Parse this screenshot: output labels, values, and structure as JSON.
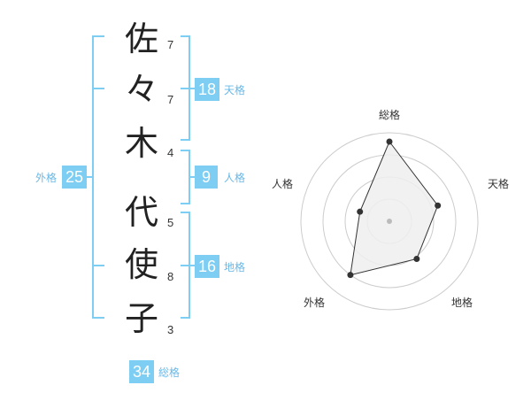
{
  "name_chart": {
    "characters": [
      {
        "char": "佐",
        "strokes": "7"
      },
      {
        "char": "々",
        "strokes": "7"
      },
      {
        "char": "木",
        "strokes": "4"
      },
      {
        "char": "代",
        "strokes": "5"
      },
      {
        "char": "使",
        "strokes": "8"
      },
      {
        "char": "子",
        "strokes": "3"
      }
    ],
    "tenkaku": {
      "value": "18",
      "label": "天格"
    },
    "jinkaku": {
      "value": "9",
      "label": "人格"
    },
    "chikaku": {
      "value": "16",
      "label": "地格"
    },
    "gaikaku": {
      "value": "25",
      "label": "外格"
    },
    "soukaku": {
      "value": "34",
      "label": "総格"
    }
  },
  "colors": {
    "accent": "#7ecef4",
    "accent_text": "#6ab8e6",
    "grid": "#cccccc",
    "fill": "#eeeeee",
    "polygon": "#333333",
    "center": "#bbbbbb"
  },
  "chart_data": {
    "type": "radar",
    "axes": [
      "総格",
      "天格",
      "地格",
      "外格",
      "人格"
    ],
    "values": [
      34,
      18,
      16,
      25,
      9
    ],
    "rings": 4
  }
}
